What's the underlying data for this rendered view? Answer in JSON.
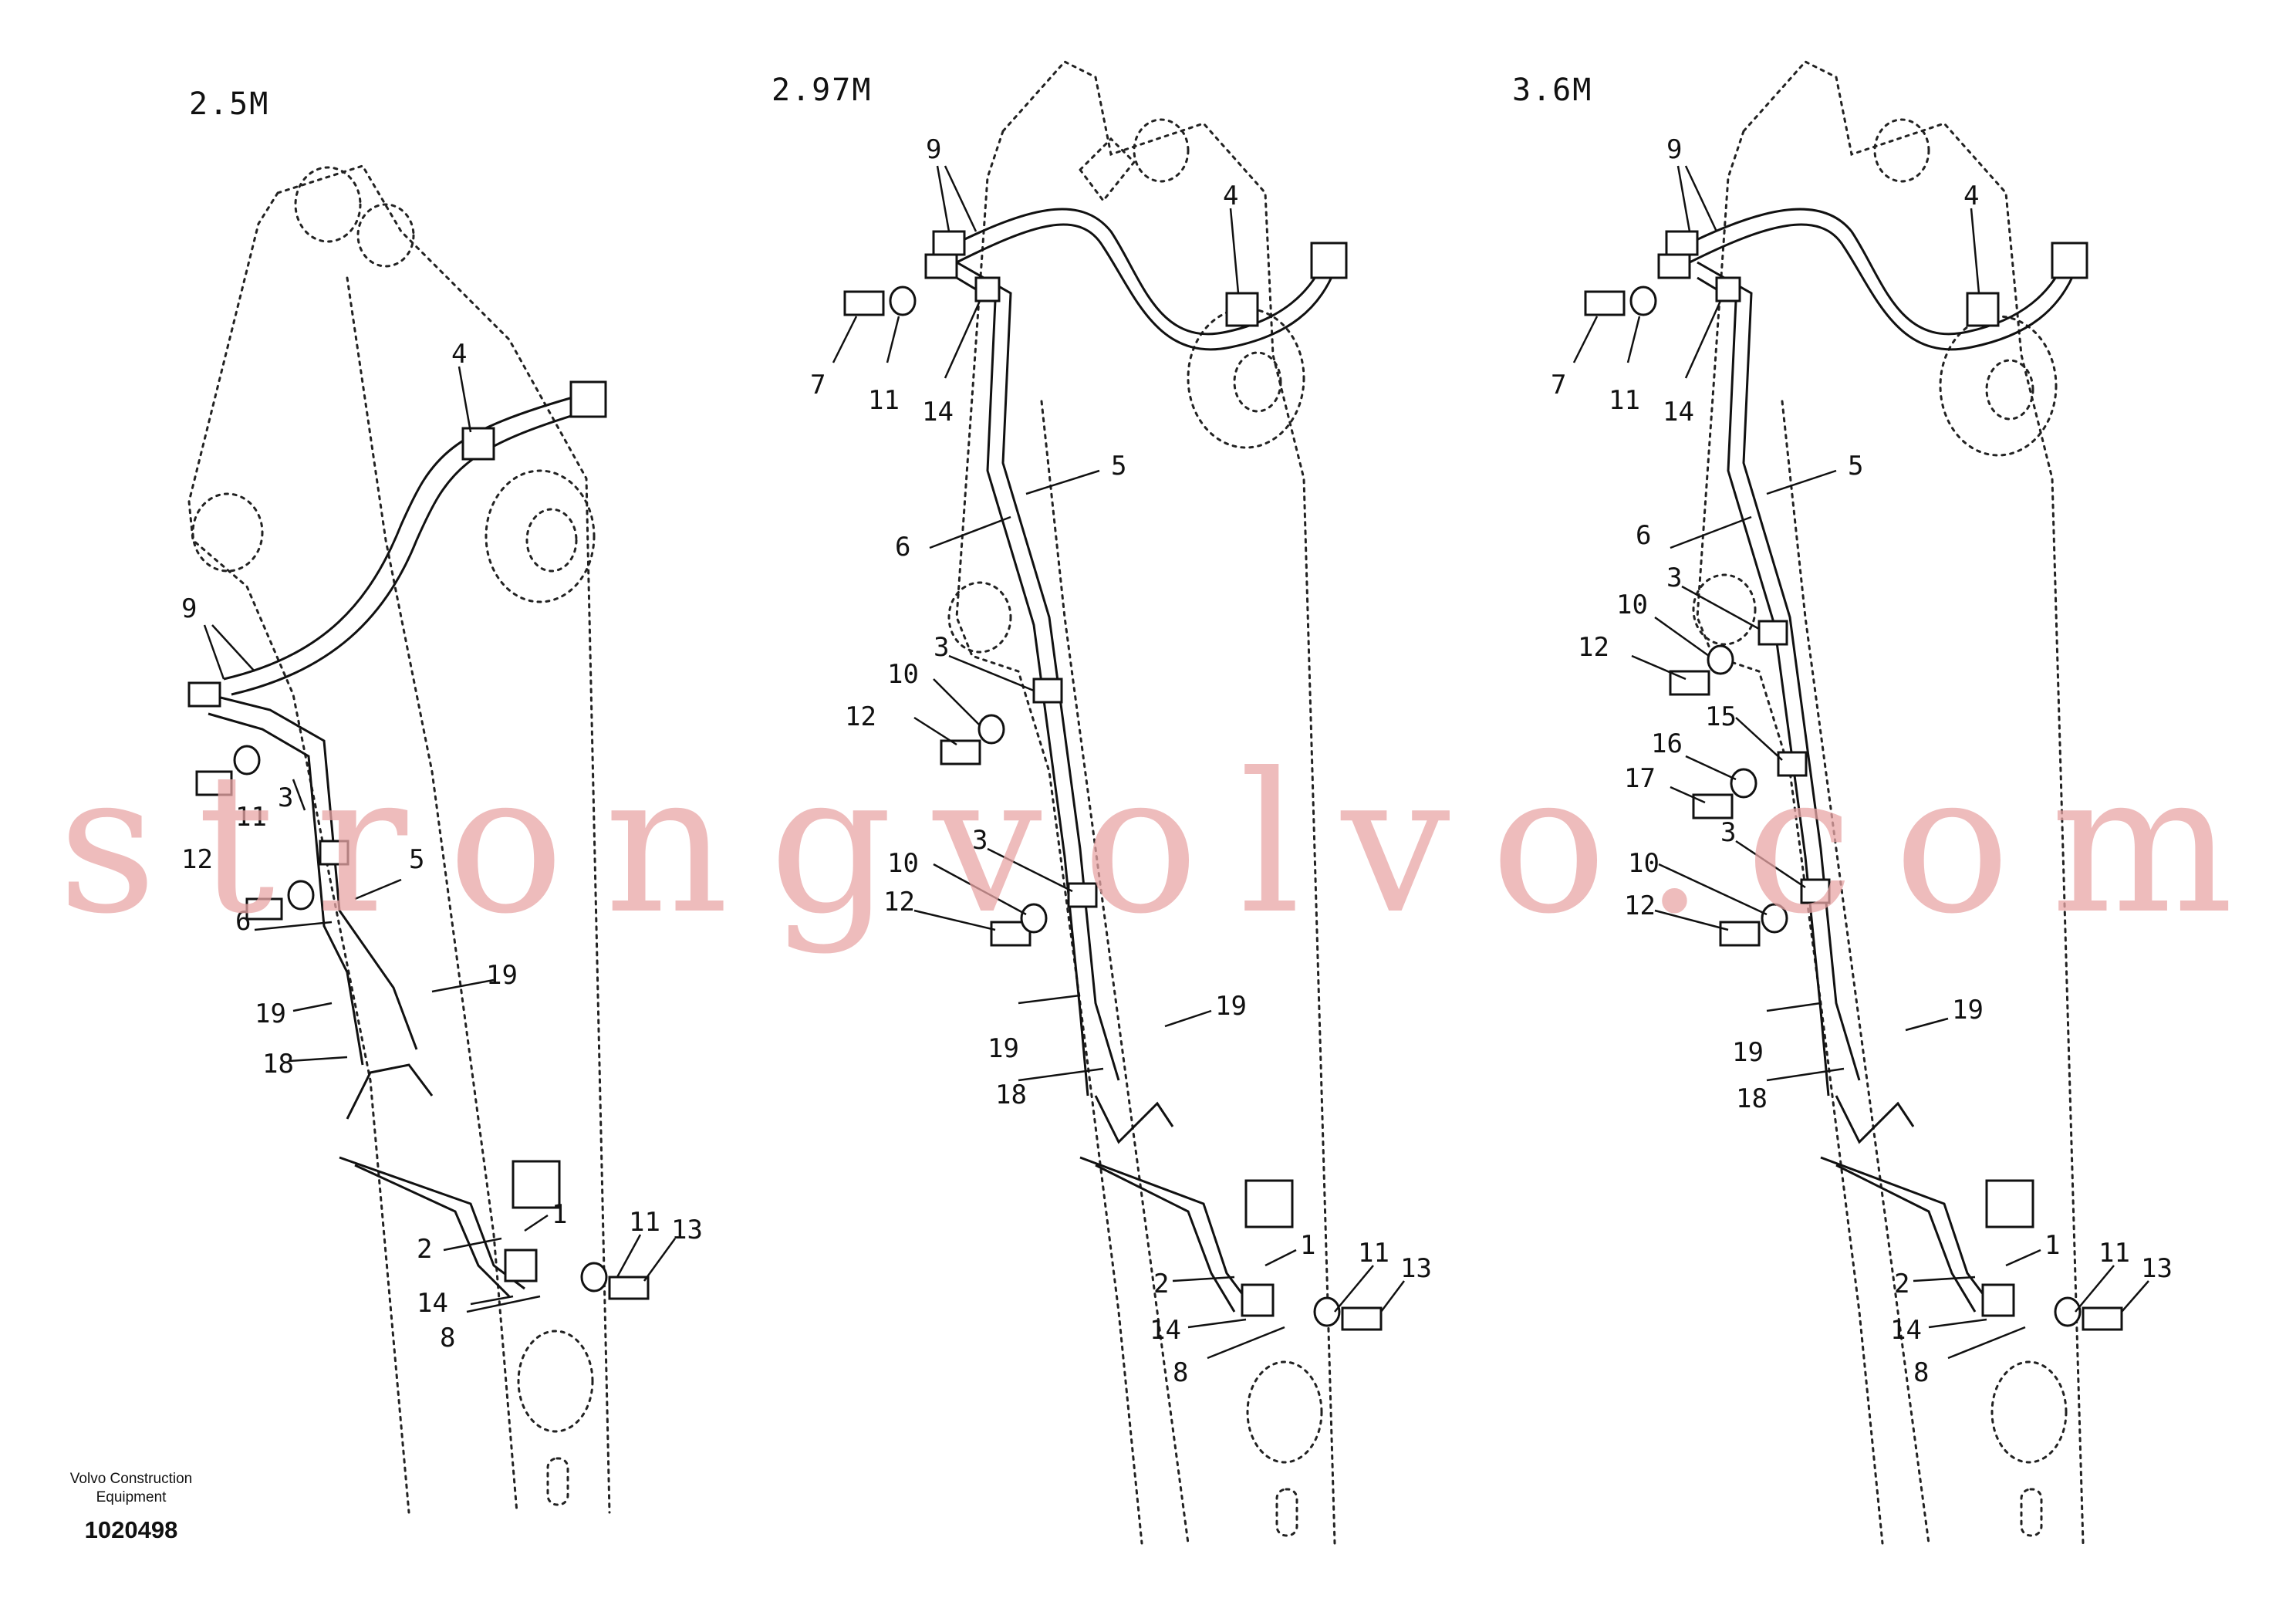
{
  "variants": [
    {
      "title": "2.5M",
      "labels": [
        "1",
        "2",
        "3",
        "4",
        "5",
        "6",
        "8",
        "9",
        "11",
        "12",
        "13",
        "14",
        "18",
        "19"
      ]
    },
    {
      "title": "2.97M",
      "labels": [
        "1",
        "2",
        "3",
        "4",
        "5",
        "6",
        "7",
        "8",
        "9",
        "10",
        "11",
        "12",
        "13",
        "14",
        "18",
        "19"
      ]
    },
    {
      "title": "3.6M",
      "labels": [
        "1",
        "2",
        "3",
        "4",
        "5",
        "6",
        "7",
        "8",
        "9",
        "10",
        "11",
        "12",
        "13",
        "14",
        "15",
        "16",
        "17",
        "18",
        "19"
      ]
    }
  ],
  "watermark": "strongvolvo.com",
  "footer": {
    "company_line1": "Volvo Construction",
    "company_line2": "Equipment",
    "drawing_number": "1020498"
  },
  "colors": {
    "line": "#111111",
    "watermark": "#e9a6a6"
  }
}
